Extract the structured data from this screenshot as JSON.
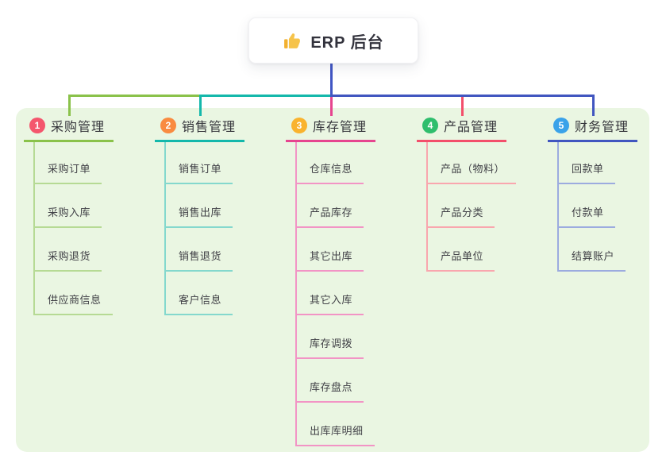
{
  "root": {
    "title": "ERP 后台",
    "icon": "thumbs-up-icon",
    "icon_color": "#f6c34a",
    "connector_color": "#4156c4"
  },
  "panel": {
    "background": "#eaf6e2"
  },
  "branches": [
    {
      "index": "1",
      "label": "采购管理",
      "badge_color": "#f4566d",
      "line_color": "#8ac24a",
      "line_light_color": "#b6da94",
      "children": [
        "采购订单",
        "采购入库",
        "采购退货",
        "供应商信息"
      ]
    },
    {
      "index": "2",
      "label": "销售管理",
      "badge_color": "#f98b40",
      "line_color": "#14b8ab",
      "line_light_color": "#84d8cd",
      "children": [
        "销售订单",
        "销售出库",
        "销售退货",
        "客户信息"
      ]
    },
    {
      "index": "3",
      "label": "库存管理",
      "badge_color": "#f9b32e",
      "line_color": "#e6458f",
      "line_light_color": "#f294c5",
      "children": [
        "仓库信息",
        "产品库存",
        "其它出库",
        "其它入库",
        "库存调拨",
        "库存盘点",
        "出库库明细"
      ]
    },
    {
      "index": "4",
      "label": "产品管理",
      "badge_color": "#2fbe6d",
      "line_color": "#f34f6b",
      "line_light_color": "#f9a6ae",
      "children": [
        "产品（物料）",
        "产品分类",
        "产品单位"
      ]
    },
    {
      "index": "5",
      "label": "财务管理",
      "badge_color": "#3aa2e9",
      "line_color": "#4156c0",
      "line_light_color": "#9cabdf",
      "children": [
        "回款单",
        "付款单",
        "结算账户"
      ]
    }
  ]
}
